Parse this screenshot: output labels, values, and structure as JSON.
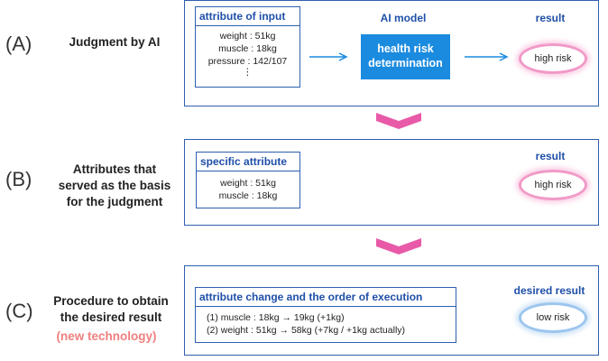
{
  "colors": {
    "panel_border": "#2f5fb0",
    "heading_blue": "#1f4fa8",
    "model_fill": "#1b8be0",
    "arrow_blue": "#1b8be0",
    "chevron_pink": "#e85aa8",
    "pink_glow": "#f19ac8",
    "blue_glow": "#9cc6ee",
    "new_tech": "#f08080"
  },
  "rowA": {
    "letter": "(A)",
    "title": "Judgment by AI",
    "attr_header": "attribute of input",
    "attr_lines": [
      "weight : 51kg",
      "muscle : 18kg",
      "pressure : 142/107",
      "⋮"
    ],
    "model_label": "AI model",
    "model_box": [
      "health risk",
      "determination"
    ],
    "result_label": "result",
    "result_value": "high risk"
  },
  "rowB": {
    "letter": "(B)",
    "title": [
      "Attributes that",
      "served as the basis",
      "for the judgment"
    ],
    "attr_header": "specific attribute",
    "attr_lines": [
      "weight : 51kg",
      "muscle : 18kg"
    ],
    "result_label": "result",
    "result_value": "high risk"
  },
  "rowC": {
    "letter": "(C)",
    "title": [
      "Procedure to obtain",
      "the desired result"
    ],
    "subtitle": "(new technology)",
    "attr_header": "attribute change and the order of execution",
    "steps": [
      "(1)  muscle : 18kg  →  19kg (+1kg)",
      "(2)  weight : 51kg  →  58kg (+7kg / +1kg actually)"
    ],
    "result_label": "desired result",
    "result_value": "low risk"
  }
}
